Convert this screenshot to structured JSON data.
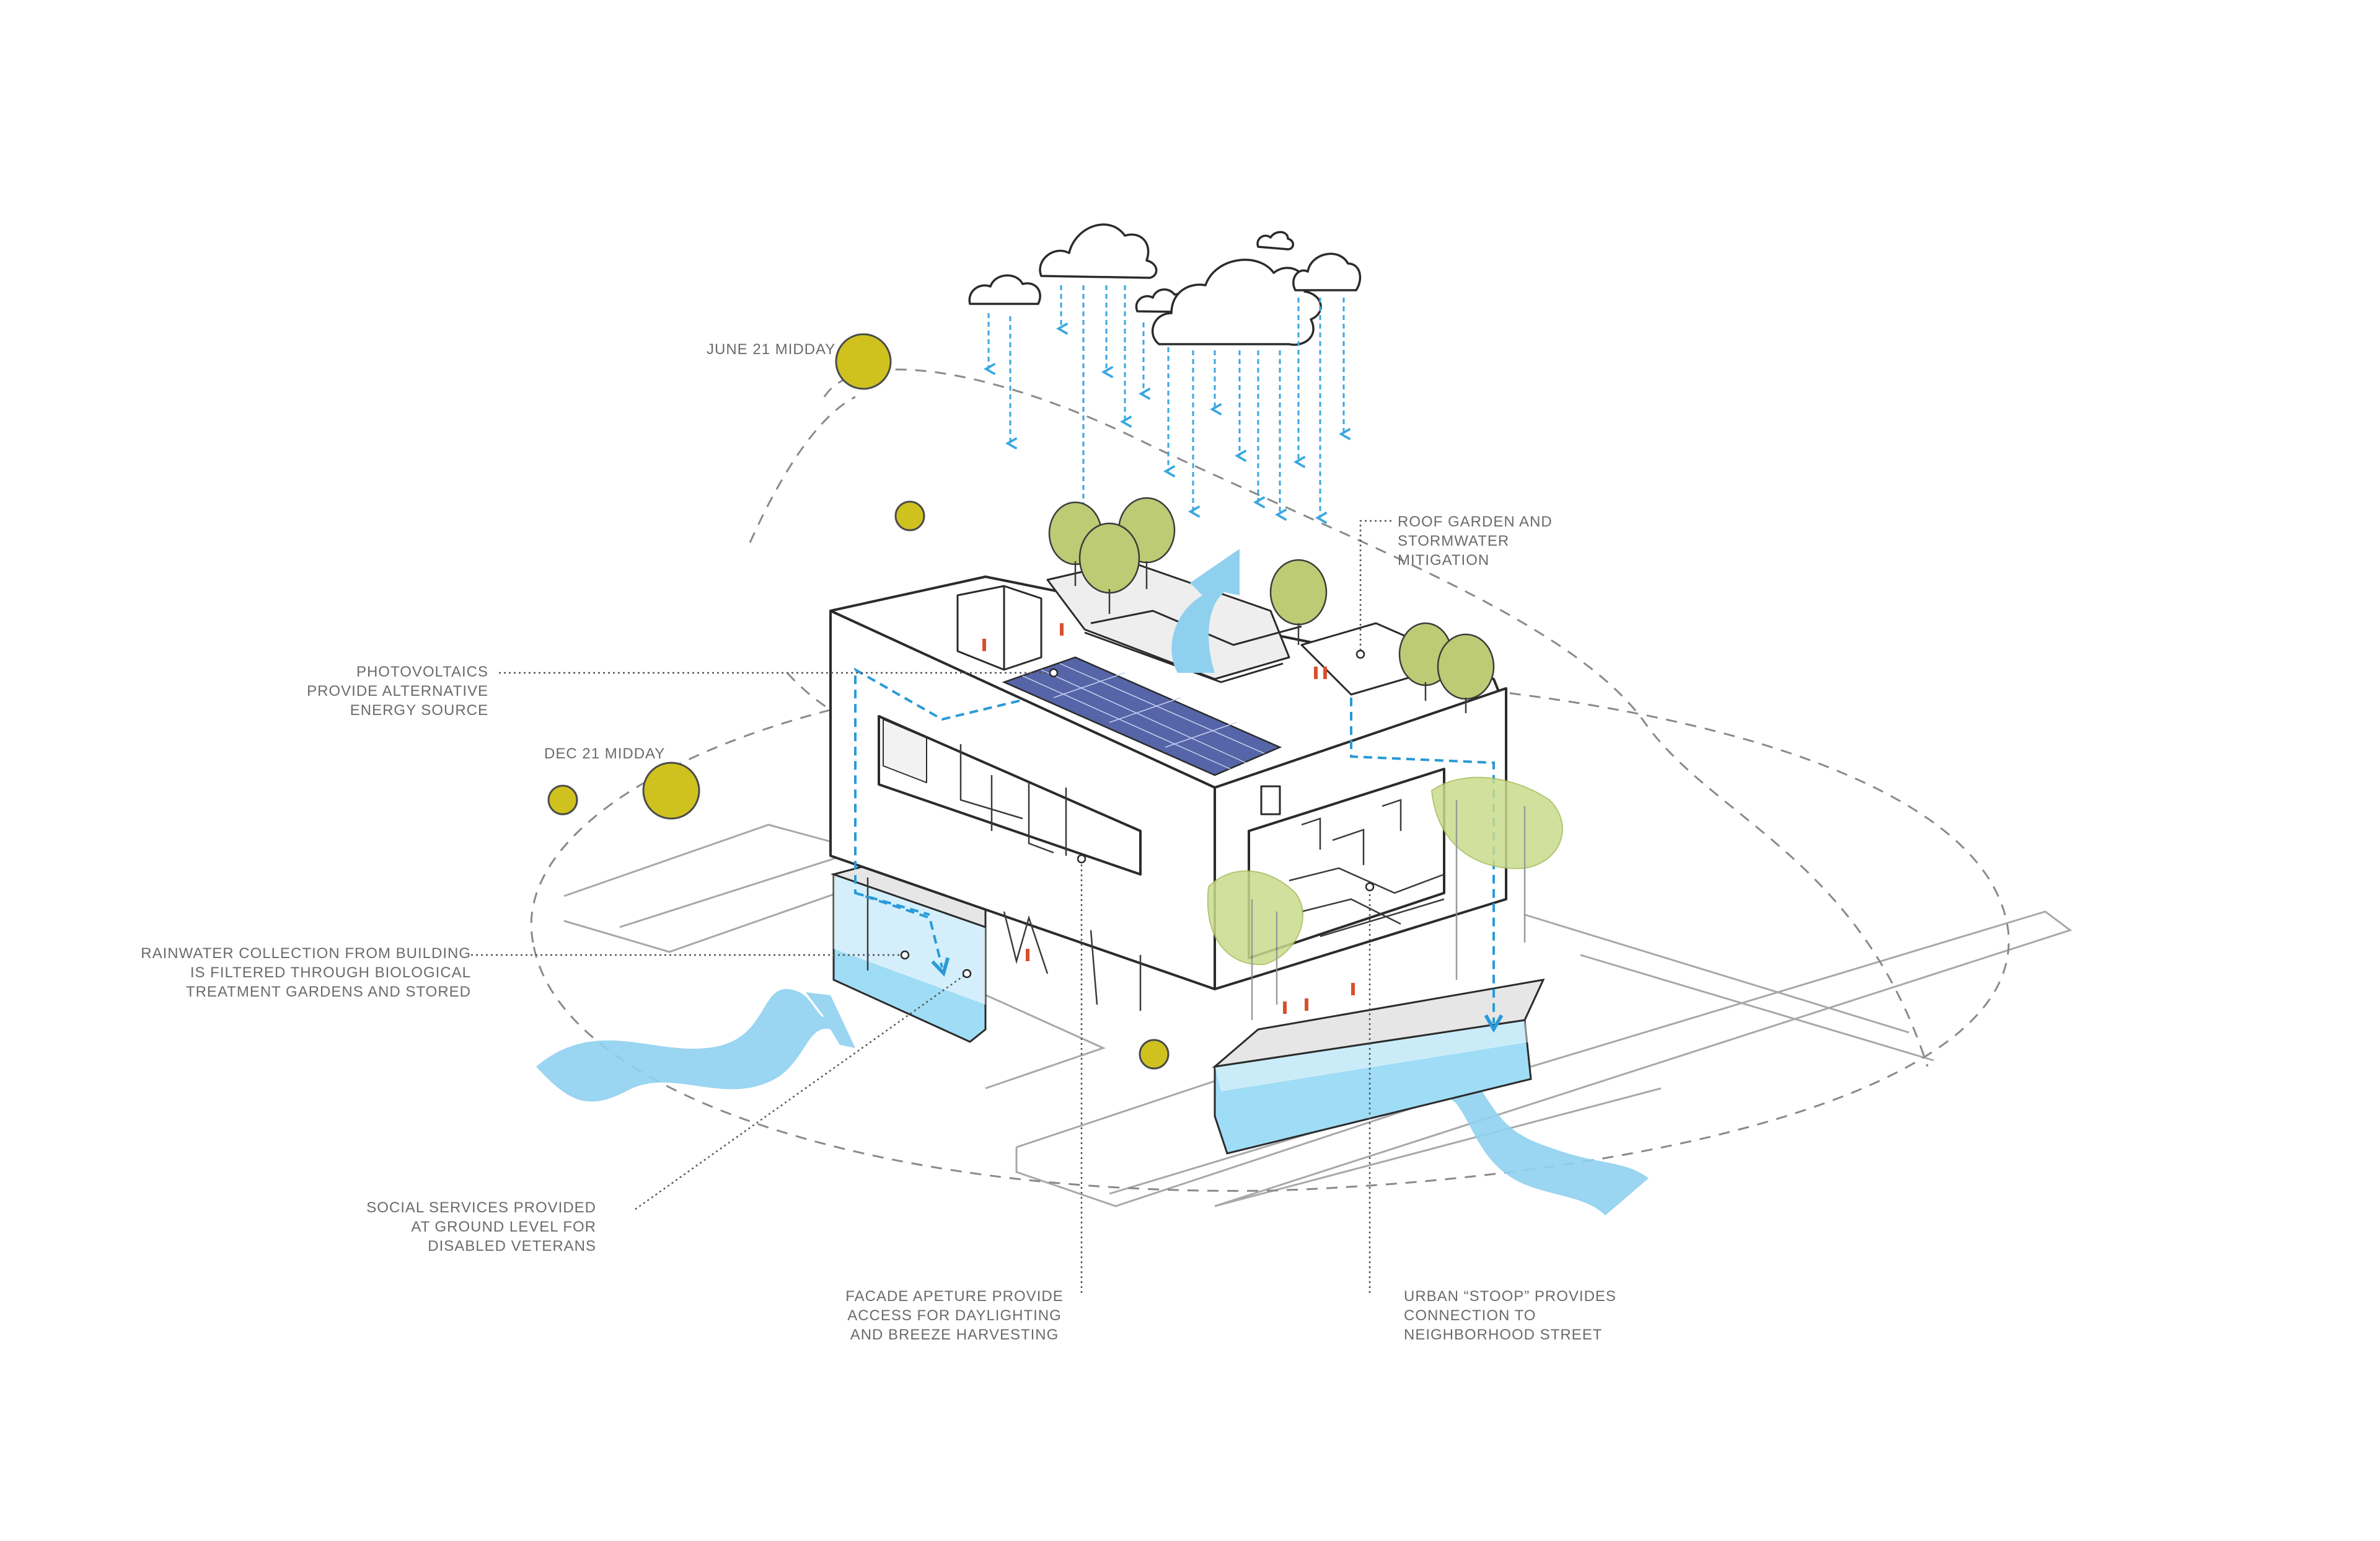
{
  "annotations": {
    "june21": {
      "lines": [
        "JUNE 21 MIDDAY"
      ]
    },
    "dec21": {
      "lines": [
        "DEC 21 MIDDAY"
      ]
    },
    "photovoltaics": {
      "lines": [
        "PHOTOVOLTAICS",
        "PROVIDE ALTERNATIVE",
        "ENERGY SOURCE"
      ]
    },
    "roof_garden": {
      "lines": [
        "ROOF GARDEN AND",
        "STORMWATER",
        "MITIGATION"
      ]
    },
    "rainwater": {
      "lines": [
        "RAINWATER COLLECTION FROM BUILDING",
        "IS FILTERED THROUGH BIOLOGICAL",
        "TREATMENT GARDENS AND STORED"
      ]
    },
    "social_services": {
      "lines": [
        "SOCIAL SERVICES PROVIDED",
        "AT GROUND LEVEL FOR",
        "DISABLED VETERANS"
      ]
    },
    "facade": {
      "lines": [
        "FACADE APETURE PROVIDE",
        "ACCESS FOR DAYLIGHTING",
        "AND BREEZE HARVESTING"
      ]
    },
    "stoop": {
      "lines": [
        "URBAN “STOOP” PROVIDES",
        "CONNECTION TO",
        "NEIGHBORHOOD STREET"
      ]
    }
  },
  "colors": {
    "sun": "#cfc21f",
    "tree": "#bccb74",
    "water": "#8fd0ef",
    "water_dark": "#57b6e6",
    "rain": "#3aa7e0",
    "panel": "#5565a8",
    "person": "#d8502f",
    "line": "#2b2b2b",
    "leader": "#555555"
  }
}
